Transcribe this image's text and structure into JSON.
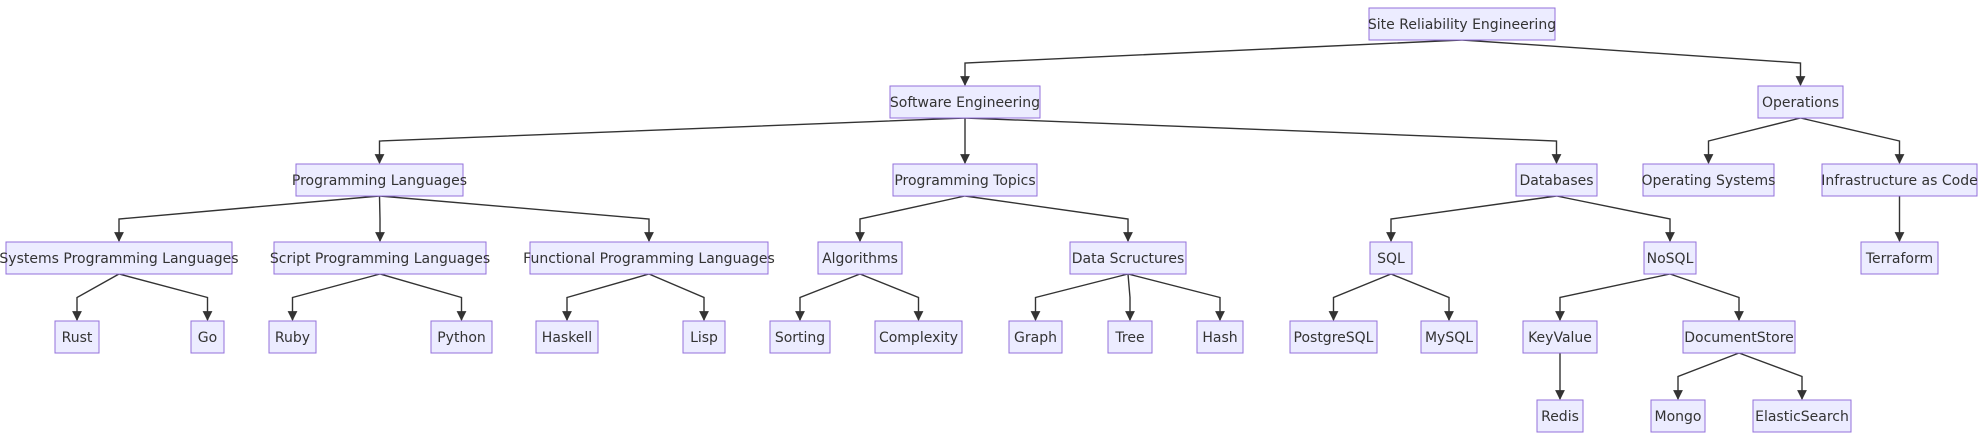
{
  "diagram": {
    "nodes": {
      "sre": "Site Reliability Engineering",
      "software_engineering": "Software Engineering",
      "operations": "Operations",
      "programming_languages": "Programming Languages",
      "programming_topics": "Programming Topics",
      "databases": "Databases",
      "operating_systems": "Operating Systems",
      "infrastructure_as_code": "Infrastructure as Code",
      "systems_programming_languages": "Systems Programming Languages",
      "script_programming_languages": "Script Programming Languages",
      "functional_programming_languages": "Functional Programming Languages",
      "algorithms": "Algorithms",
      "data_structures": "Data Scructures",
      "sql": "SQL",
      "nosql": "NoSQL",
      "terraform": "Terraform",
      "rust": "Rust",
      "go": "Go",
      "ruby": "Ruby",
      "python": "Python",
      "haskell": "Haskell",
      "lisp": "Lisp",
      "sorting": "Sorting",
      "complexity": "Complexity",
      "graph": "Graph",
      "tree": "Tree",
      "hash": "Hash",
      "postgresql": "PostgreSQL",
      "mysql": "MySQL",
      "keyvalue": "KeyValue",
      "documentstore": "DocumentStore",
      "redis": "Redis",
      "mongo": "Mongo",
      "elasticsearch": "ElasticSearch"
    },
    "edges": [
      [
        "sre",
        "software_engineering"
      ],
      [
        "sre",
        "operations"
      ],
      [
        "software_engineering",
        "programming_languages"
      ],
      [
        "software_engineering",
        "programming_topics"
      ],
      [
        "software_engineering",
        "databases"
      ],
      [
        "operations",
        "operating_systems"
      ],
      [
        "operations",
        "infrastructure_as_code"
      ],
      [
        "programming_languages",
        "systems_programming_languages"
      ],
      [
        "programming_languages",
        "script_programming_languages"
      ],
      [
        "programming_languages",
        "functional_programming_languages"
      ],
      [
        "programming_topics",
        "algorithms"
      ],
      [
        "programming_topics",
        "data_structures"
      ],
      [
        "databases",
        "sql"
      ],
      [
        "databases",
        "nosql"
      ],
      [
        "infrastructure_as_code",
        "terraform"
      ],
      [
        "systems_programming_languages",
        "rust"
      ],
      [
        "systems_programming_languages",
        "go"
      ],
      [
        "script_programming_languages",
        "ruby"
      ],
      [
        "script_programming_languages",
        "python"
      ],
      [
        "functional_programming_languages",
        "haskell"
      ],
      [
        "functional_programming_languages",
        "lisp"
      ],
      [
        "algorithms",
        "sorting"
      ],
      [
        "algorithms",
        "complexity"
      ],
      [
        "data_structures",
        "graph"
      ],
      [
        "data_structures",
        "tree"
      ],
      [
        "data_structures",
        "hash"
      ],
      [
        "sql",
        "postgresql"
      ],
      [
        "sql",
        "mysql"
      ],
      [
        "nosql",
        "keyvalue"
      ],
      [
        "nosql",
        "documentstore"
      ],
      [
        "keyvalue",
        "redis"
      ],
      [
        "documentstore",
        "mongo"
      ],
      [
        "documentstore",
        "elasticsearch"
      ]
    ],
    "colors": {
      "node_fill": "#ECECFF",
      "node_stroke": "#9370DB",
      "edge": "#333333",
      "text": "#333333"
    }
  }
}
